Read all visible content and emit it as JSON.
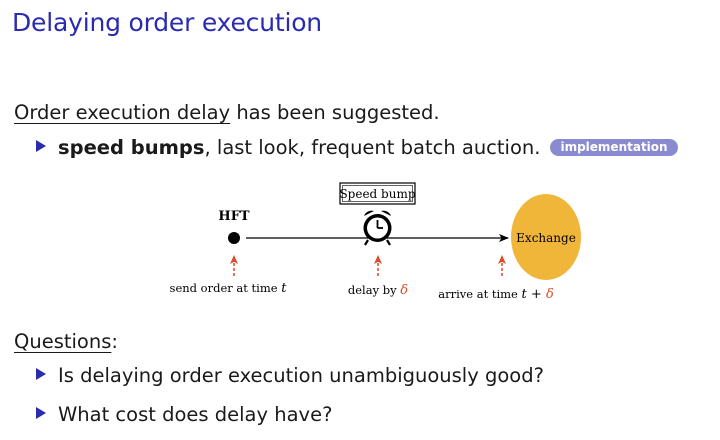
{
  "slide": {
    "title": "Delaying order execution",
    "line1_underlined": "Order execution delay",
    "line1_rest": " has been suggested.",
    "bullet1_bold": "speed bumps",
    "bullet1_rest": ", last look, frequent batch auction.",
    "implementation_button": "implementation",
    "questions_label": "Questions",
    "questions_colon": ":",
    "question1": "Is delaying order execution unambiguously good?",
    "question2": "What cost does delay have?"
  },
  "diagram": {
    "hft_label": "HFT",
    "speed_bump_label": "Speed bump",
    "exchange_label": "Exchange",
    "send_label": "send order at time ",
    "send_var": "t",
    "delay_label": "delay by ",
    "delay_var": "δ",
    "arrive_label": "arrive at time ",
    "arrive_var_t": "t",
    "arrive_plus": " + ",
    "arrive_var_delta": "δ",
    "colors": {
      "accent_blue": "#2b2bb0",
      "arrow_red": "#e0492a",
      "exchange_fill": "#f0b63a",
      "pill_fill": "#8a8ad0"
    }
  }
}
